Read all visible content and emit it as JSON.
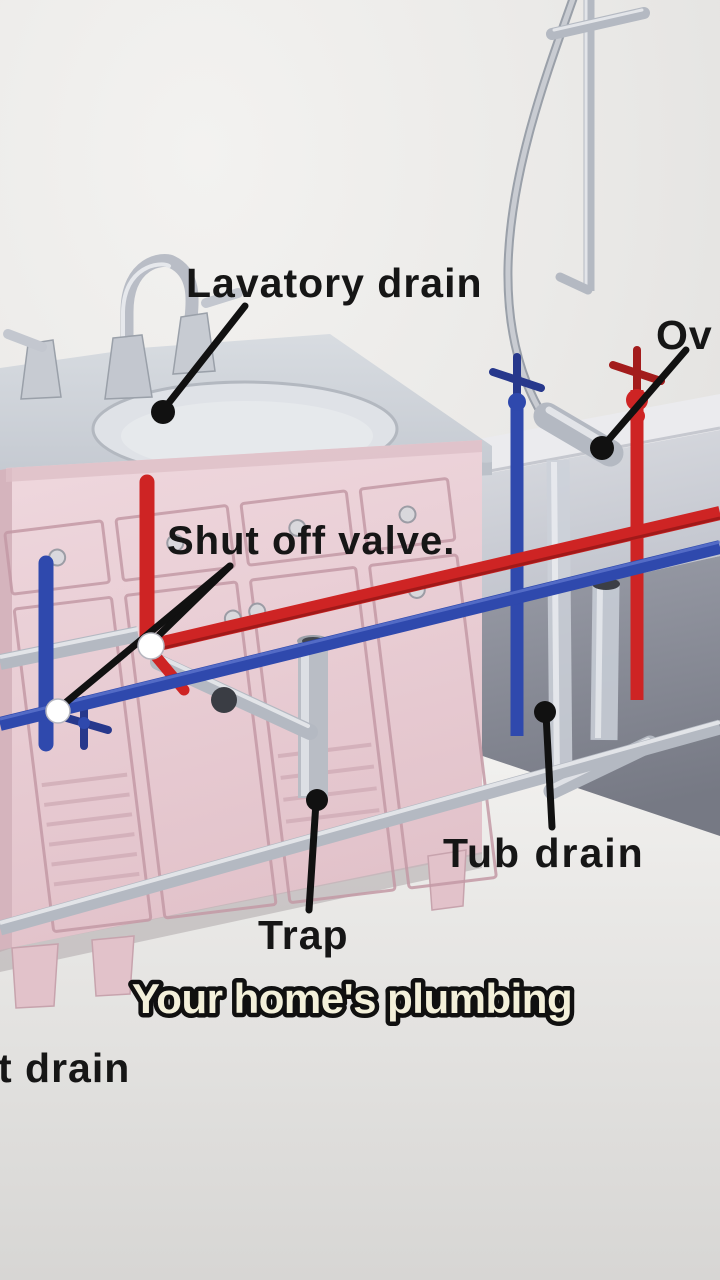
{
  "scene": {
    "caption": "Your home's plumbing",
    "labels": {
      "lavatory_drain": "Lavatory drain",
      "shut_off_valve": "Shut off valve.",
      "tub_drain": "Tub drain",
      "trap": "Trap",
      "overflow_partial": "Ov",
      "closet_drain_partial": "t drain"
    },
    "colors": {
      "hot_pipe": "#ce2424",
      "hot_dark": "#8e1616",
      "cold_pipe": "#2f49ad",
      "cold_dark": "#22327e",
      "chrome": "#b4b9c2",
      "chrome_dark": "#8a9099",
      "chrome_light": "#e7e9ed",
      "cabinet_pink": "#e9cfd6",
      "cabinet_shade": "#d9bac2",
      "counter_gray": "#cdd1d8",
      "dark_floor": "#8e919c",
      "floor_light": "#f1f0ee",
      "floor_gray": "#d9d8d6",
      "label_text": "#161616",
      "caption_fill": "#f3f0da",
      "caption_outline": "#101010",
      "pointer": "#111111",
      "dot_white": "#ffffff"
    }
  }
}
